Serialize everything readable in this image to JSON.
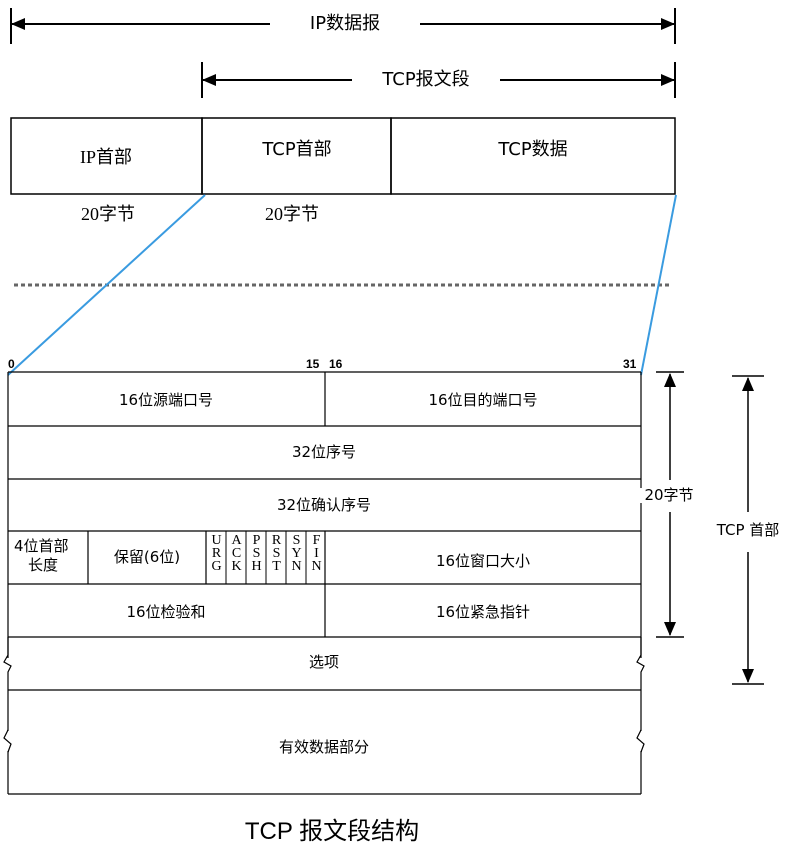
{
  "top": {
    "ip_datagram": "IP数据报",
    "tcp_segment": "TCP报文段",
    "boxes": {
      "ip_header": "IP首部",
      "tcp_header": "TCP首部",
      "tcp_data": "TCP数据"
    },
    "ip_header_size": "20字节",
    "tcp_header_size": "20字节"
  },
  "bits": {
    "b0": "0",
    "b15": "15",
    "b16": "16",
    "b31": "31"
  },
  "rows": {
    "src_port": "16位源端口号",
    "dst_port": "16位目的端口号",
    "seq": "32位序号",
    "ack": "32位确认序号",
    "header_len_1": "4位首部",
    "header_len_2": "长度",
    "reserved": "保留(6位)",
    "flags": [
      {
        "letters": [
          "U",
          "R",
          "G"
        ]
      },
      {
        "letters": [
          "A",
          "C",
          "K"
        ]
      },
      {
        "letters": [
          "P",
          "S",
          "H"
        ]
      },
      {
        "letters": [
          "R",
          "S",
          "T"
        ]
      },
      {
        "letters": [
          "S",
          "Y",
          "N"
        ]
      },
      {
        "letters": [
          "F",
          "I",
          "N"
        ]
      }
    ],
    "window": "16位窗口大小",
    "checksum": "16位检验和",
    "urgent": "16位紧急指针",
    "options": "选项",
    "data": "有效数据部分"
  },
  "right": {
    "bytes20": "20字节",
    "tcp_header": "TCP 首部"
  },
  "caption": "TCP 报文段结构",
  "colors": {
    "zoom_lines": "#3a9be0",
    "dotted": "#666666"
  }
}
